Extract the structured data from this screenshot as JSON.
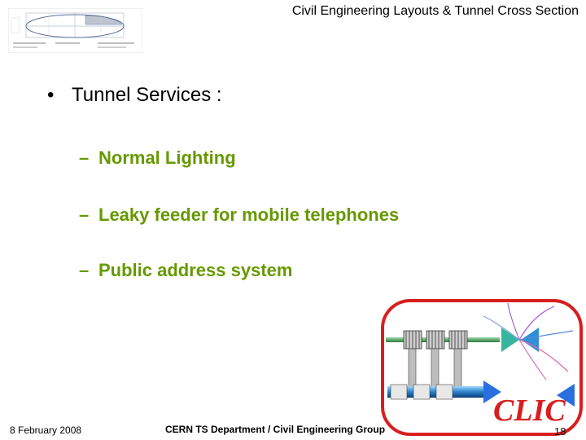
{
  "header": {
    "title": "Civil Engineering Layouts & Tunnel Cross Section"
  },
  "main": {
    "bullet_symbol": "•",
    "heading": "Tunnel Services :",
    "dash_symbol": "–",
    "items": [
      {
        "label": "Normal Lighting"
      },
      {
        "label": "Leaky feeder for mobile telephones"
      },
      {
        "label": "Public address system"
      }
    ]
  },
  "footer": {
    "date": "8 February 2008",
    "organization": "CERN TS Department / Civil Engineering Group",
    "page": "18"
  },
  "logo": {
    "text": "CLIC",
    "colors": {
      "border": "#d81e1e",
      "text": "#d81e1e",
      "beam": "#2a6fe0",
      "pipe": "#3a8a4a"
    }
  }
}
